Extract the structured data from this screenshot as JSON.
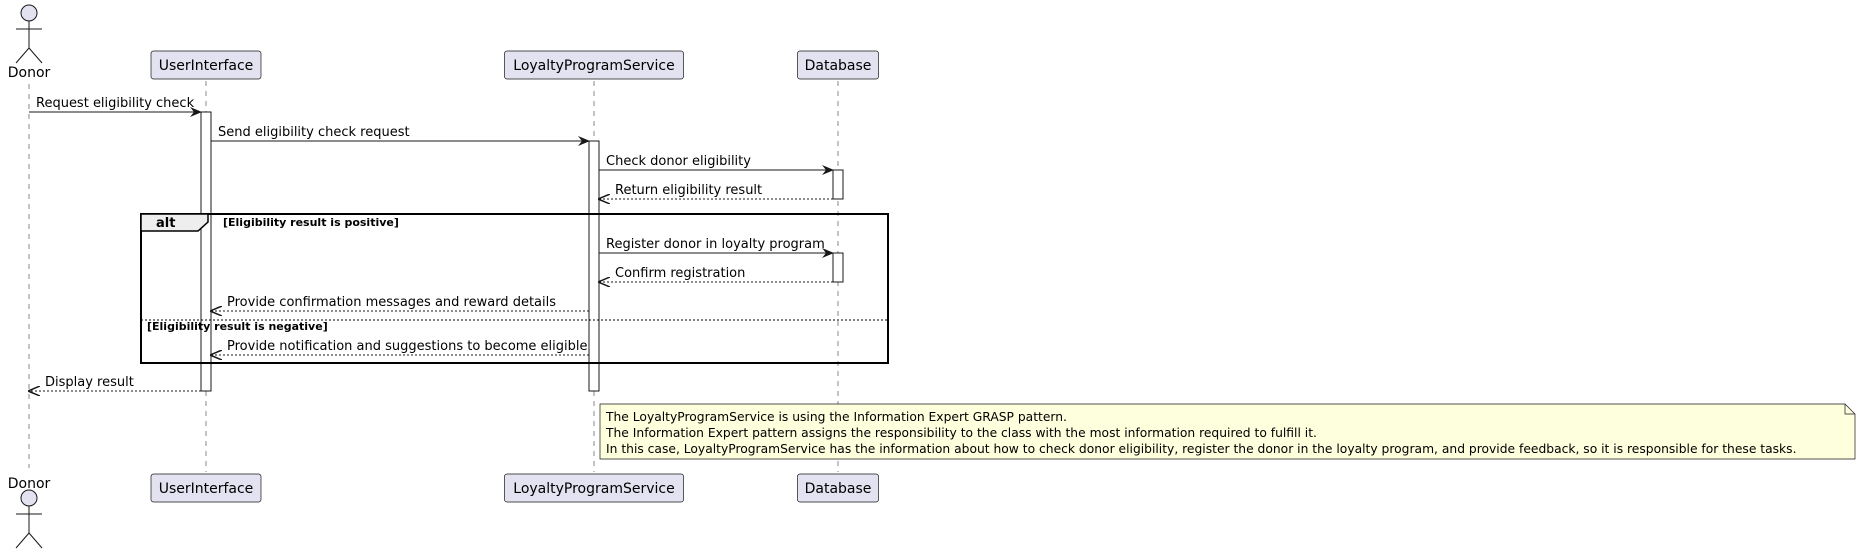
{
  "participants": [
    {
      "id": "donor",
      "label": "Donor",
      "kind": "actor"
    },
    {
      "id": "ui",
      "label": "UserInterface",
      "kind": "box"
    },
    {
      "id": "lps",
      "label": "LoyaltyProgramService",
      "kind": "box"
    },
    {
      "id": "db",
      "label": "Database",
      "kind": "box"
    }
  ],
  "messages": [
    {
      "from": "donor",
      "to": "ui",
      "label": "Request eligibility check",
      "style": "solid"
    },
    {
      "from": "ui",
      "to": "lps",
      "label": "Send eligibility check request",
      "style": "solid"
    },
    {
      "from": "lps",
      "to": "db",
      "label": "Check donor eligibility",
      "style": "solid"
    },
    {
      "from": "db",
      "to": "lps",
      "label": "Return eligibility result",
      "style": "dashed"
    },
    {
      "from": "lps",
      "to": "db",
      "label": "Register donor in loyalty program",
      "style": "solid"
    },
    {
      "from": "db",
      "to": "lps",
      "label": "Confirm registration",
      "style": "dashed"
    },
    {
      "from": "lps",
      "to": "ui",
      "label": "Provide confirmation messages and reward details",
      "style": "dashed"
    },
    {
      "from": "lps",
      "to": "ui",
      "label": "Provide notification and suggestions to become eligible",
      "style": "dashed"
    },
    {
      "from": "ui",
      "to": "donor",
      "label": "Display result",
      "style": "dashed"
    }
  ],
  "fragment": {
    "keyword": "alt",
    "conditions": [
      "[Eligibility result is positive]",
      "[Eligibility result is negative]"
    ]
  },
  "note": {
    "lines": [
      "The LoyaltyProgramService is using the Information Expert GRASP pattern.",
      "The Information Expert pattern assigns the responsibility to the class with the most information required to fulfill it.",
      "In this case, LoyaltyProgramService has the information about how to check donor eligibility, register the donor in the loyalty program, and provide feedback, so it is responsible for these tasks."
    ]
  },
  "colors": {
    "participant_fill": "#E2E2F0",
    "participant_stroke": "#181818",
    "note_fill": "#FEFFDD",
    "fragment_header_fill": "#EEEEEE",
    "lifeline": "#888888",
    "activation_fill": "#FFFFFF"
  }
}
